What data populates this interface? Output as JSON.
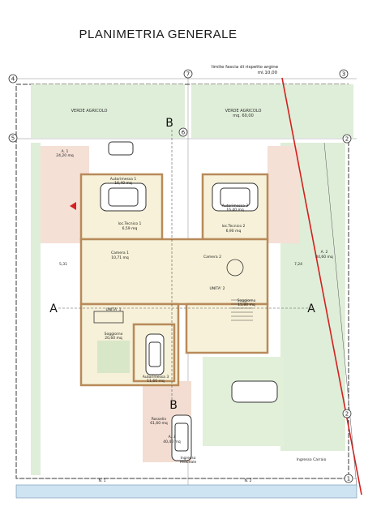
{
  "page_title": "PLANIMETRIA GENERALE",
  "top_note": {
    "line1": "limite fascia di rispetto argine",
    "line2": "ml.10,00"
  },
  "axis_markers": [
    {
      "label": "4"
    },
    {
      "label": "7"
    },
    {
      "label": "3"
    },
    {
      "label": "5"
    },
    {
      "label": "6"
    },
    {
      "label": "2"
    },
    {
      "label": "2"
    },
    {
      "label": "1"
    }
  ],
  "section_marks": {
    "b_top": "B",
    "b_bottom": "B",
    "a_left": "A",
    "a_right": "A"
  },
  "green_areas": [
    {
      "name": "VERDE AGRICOLO",
      "area": ""
    },
    {
      "name": "VERDE AGRICOLO",
      "area": "mq. 60,00"
    }
  ],
  "rooms": [
    {
      "name": "Autorimessa 1",
      "area": "16,40 mq"
    },
    {
      "name": "Autorimessa 2",
      "area": "16,40 mq"
    },
    {
      "name": "loc.Tecnico 1",
      "area": "6,59 mq"
    },
    {
      "name": "loc.Tecnico 2",
      "area": "6,90 mq"
    },
    {
      "name": "Camera 1",
      "area": "10,71 mq"
    },
    {
      "name": "Camera 2",
      "area": ""
    },
    {
      "name": "UNITA' 1",
      "area": ""
    },
    {
      "name": "UNITA' 2",
      "area": ""
    },
    {
      "name": "Soggiorno",
      "area": "20,60 mq"
    },
    {
      "name": "Soggiorno",
      "area": "15,80 mq"
    },
    {
      "name": "Autorimessa 3",
      "area": "11,60 mq"
    },
    {
      "name": "Rosselin",
      "area": "61,60 mq"
    }
  ],
  "small_labels": {
    "a1": "A. 1",
    "a1_area": "24,20 mq",
    "a2": "A. 2",
    "a2_area": "44,60 mq",
    "a3": "A. 3",
    "a3_area": "40,40 mq",
    "n1": "N. 1",
    "n2": "N. 2",
    "ingresso": "Ingresso",
    "pedonale": "Pedonale",
    "ingresso_carraio": "Ingresso Carraio",
    "w1": "5,31",
    "w2": "7,24"
  }
}
